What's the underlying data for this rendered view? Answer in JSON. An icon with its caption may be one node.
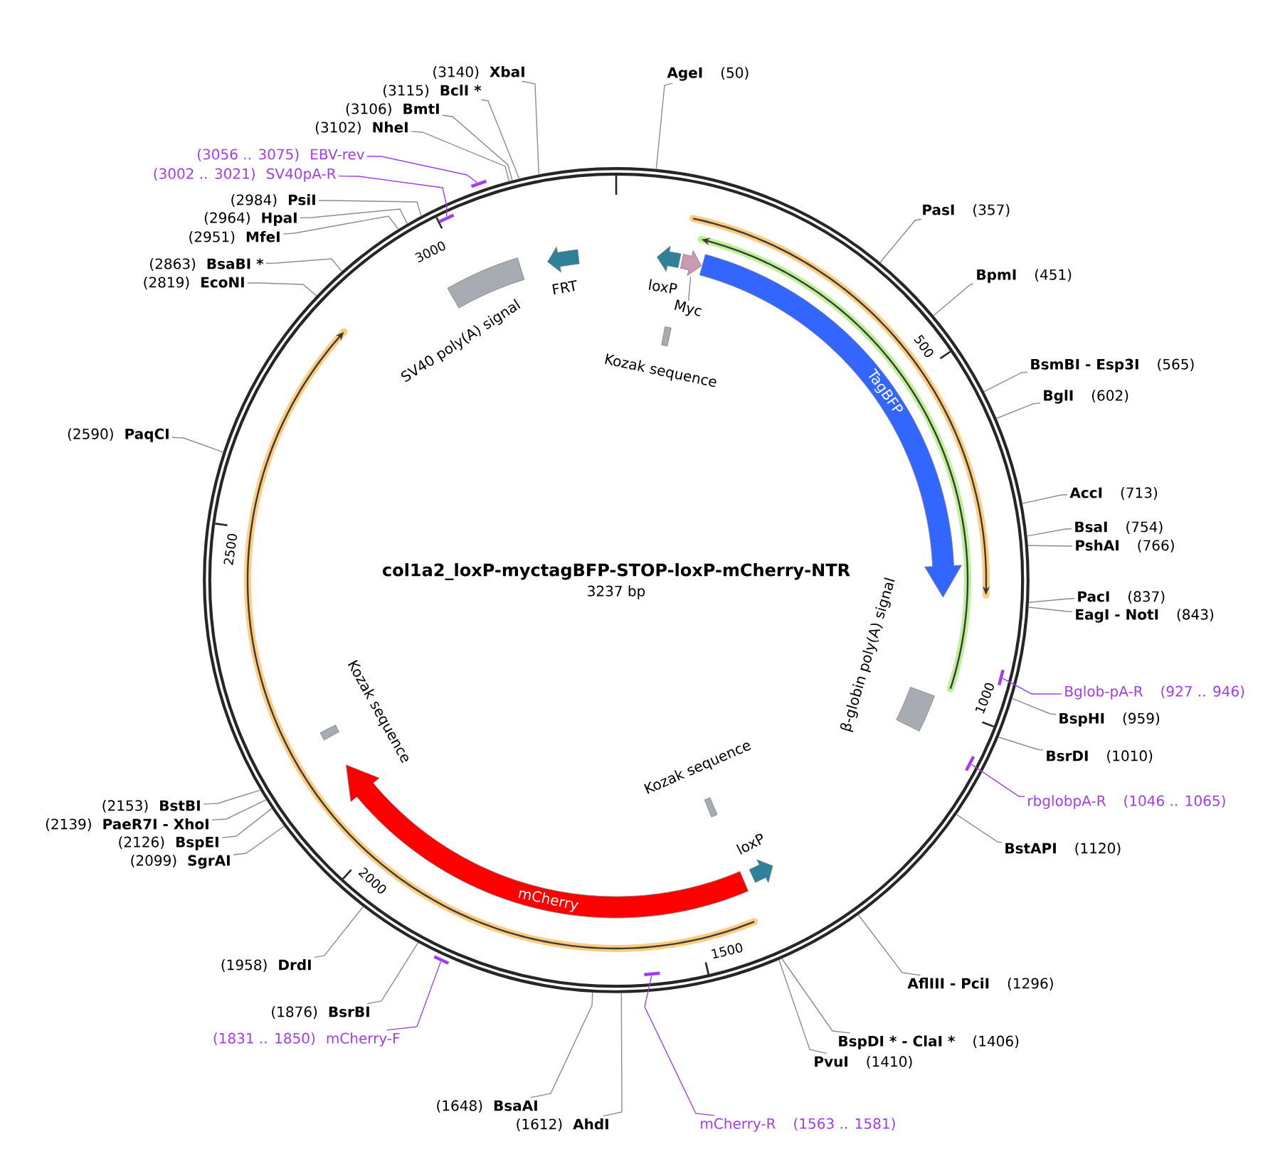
{
  "diagram": {
    "title": "col1a2_loxP-myctagBFP-STOP-loxP-mCherry-NTR",
    "nodes": [
      {
        "text": [
          "(3140)",
          "XbaI"
        ]
      },
      {
        "text": [
          "AgeI",
          "(50)"
        ]
      },
      {
        "text": [
          "(3115)",
          "BclI *"
        ]
      },
      {
        "text": [
          "(3106)",
          "BmtI"
        ]
      },
      {
        "text": [
          "(3102)",
          "NheI"
        ]
      },
      {
        "text": [
          "(3056 .. 3075)",
          "EBV-rev"
        ]
      },
      {
        "text": [],
        "shape": "bar"
      },
      {
        "text": [
          "(3002 .. 3021)",
          "SV40pA-R"
        ]
      },
      {
        "text": [],
        "shape": "bar"
      },
      {
        "text": [
          "(2984)",
          "PsiI"
        ]
      },
      {
        "text": [
          "PasI",
          "(357)"
        ]
      },
      {
        "text": [
          "(2964)",
          "HpaI"
        ]
      },
      {
        "text": [
          "(2951)",
          "MfeI"
        ]
      },
      {
        "text": [
          "(2863)",
          "BsaBI *"
        ]
      },
      {
        "text": [
          "BpmI",
          "(451)"
        ]
      },
      {
        "text": [
          "(2819)",
          "EcoNI"
        ]
      },
      {
        "text": [
          "FRT"
        ]
      },
      {
        "text": [
          "loxP"
        ]
      },
      {
        "text": [],
        "shape": "pentagon"
      },
      {
        "text": [
          "Myc"
        ]
      },
      {
        "text": [
          "SV40 poly(A) signal"
        ]
      },
      {
        "text": [
          "Kozak sequence"
        ]
      },
      {
        "text": [
          "TagBFP"
        ]
      },
      {
        "text": [
          "BsmBI - Esp3I",
          "(565)"
        ]
      },
      {
        "text": [
          "BglI",
          "(602)"
        ]
      },
      {
        "text": [
          "(2590)",
          "PaqCI"
        ]
      },
      {
        "text": [
          "AccI",
          "(713)"
        ]
      },
      {
        "text": [
          "BsaI",
          "(754)"
        ]
      },
      {
        "text": [
          "PshAI",
          "(766)"
        ]
      },
      {
        "text": [
          "PacI",
          "(837)"
        ]
      },
      {
        "text": [
          "EagI - NotI",
          "(843)"
        ]
      },
      {
        "text": [],
        "shape": "bar"
      },
      {
        "text": [
          "Bglob-pA-R",
          "(927 .. 946)"
        ]
      },
      {
        "text": [
          "β-globin poly(A) signal"
        ]
      },
      {
        "text": [
          "BspHI",
          "(959)"
        ]
      },
      {
        "text": [
          "Kozak sequence"
        ]
      },
      {
        "text": [
          "BsrDI",
          "(1010)"
        ]
      },
      {
        "text": [],
        "shape": "bar"
      },
      {
        "text": [
          "rbglobpA-R",
          "(1046 .. 1065)"
        ]
      },
      {
        "text": [
          "Kozak sequence"
        ]
      },
      {
        "text": [
          "(2153)",
          "BstBI"
        ]
      },
      {
        "text": [
          "(2139)",
          "PaeR7I - XhoI"
        ]
      },
      {
        "text": [
          "(2126)",
          "BspEI"
        ]
      },
      {
        "text": [
          "BstAPI",
          "(1120)"
        ]
      },
      {
        "text": [
          "(2099)",
          "SgrAI"
        ]
      },
      {
        "text": [
          "loxP"
        ]
      },
      {
        "text": [
          "mCherry"
        ]
      },
      {
        "text": [
          "(1958)",
          "DrdI"
        ]
      },
      {
        "text": [
          "AflIII - PciI",
          "(1296)"
        ]
      },
      {
        "text": [
          "(1876)",
          "BsrBI"
        ]
      },
      {
        "text": [],
        "shape": "bar"
      },
      {
        "text": [
          "(1831 .. 1850)",
          "mCherry-F"
        ]
      },
      {
        "text": [],
        "shape": "bar"
      },
      {
        "text": [
          "BspDI * - ClaI *",
          "(1406)"
        ]
      },
      {
        "text": [
          "PvuI",
          "(1410)"
        ]
      },
      {
        "text": [
          "(1648)",
          "BsaAI"
        ]
      },
      {
        "text": [
          "mCherry-R",
          "(1563 .. 1581)"
        ]
      },
      {
        "text": [
          "(1612)",
          "AhdI"
        ]
      }
    ],
    "edges": [
      {
        "from": 0,
        "to": null,
        "arrow": "none"
      },
      {
        "from": 1,
        "to": null,
        "arrow": "none"
      },
      {
        "from": 2,
        "to": null,
        "arrow": "none"
      },
      {
        "from": 3,
        "to": null,
        "arrow": "none"
      },
      {
        "from": 4,
        "to": null,
        "arrow": "none"
      },
      {
        "from": 5,
        "to": 6,
        "arrow": "none",
        "color": "#a33cf0"
      },
      {
        "from": 7,
        "to": 8,
        "arrow": "none",
        "color": "#a33cf0"
      },
      {
        "from": 9,
        "to": null,
        "arrow": "none"
      },
      {
        "from": 10,
        "to": null,
        "arrow": "none"
      },
      {
        "from": 11,
        "to": null,
        "arrow": "none"
      },
      {
        "from": 12,
        "to": null,
        "arrow": "none"
      },
      {
        "from": 13,
        "to": null,
        "arrow": "none"
      },
      {
        "from": 14,
        "to": null,
        "arrow": "none"
      },
      {
        "from": 15,
        "to": null,
        "arrow": "none"
      },
      {
        "from": 19,
        "to": 18,
        "arrow": "none"
      },
      {
        "from": 23,
        "to": null,
        "arrow": "none"
      },
      {
        "from": 24,
        "to": null,
        "arrow": "none"
      },
      {
        "from": 25,
        "to": null,
        "arrow": "none"
      },
      {
        "from": 26,
        "to": null,
        "arrow": "none"
      },
      {
        "from": 27,
        "to": null,
        "arrow": "none"
      },
      {
        "from": 28,
        "to": null,
        "arrow": "none"
      },
      {
        "from": 29,
        "to": null,
        "arrow": "none"
      },
      {
        "from": 30,
        "to": null,
        "arrow": "none"
      },
      {
        "from": 32,
        "to": 31,
        "arrow": "none",
        "color": "#a33cf0"
      },
      {
        "from": 34,
        "to": null,
        "arrow": "none"
      },
      {
        "from": 36,
        "to": null,
        "arrow": "none"
      },
      {
        "from": 38,
        "to": 37,
        "arrow": "none",
        "color": "#a33cf0"
      },
      {
        "from": 40,
        "to": null,
        "arrow": "none"
      },
      {
        "from": 41,
        "to": null,
        "arrow": "none"
      },
      {
        "from": 42,
        "to": null,
        "arrow": "none"
      },
      {
        "from": 43,
        "to": null,
        "arrow": "none"
      },
      {
        "from": 44,
        "to": null,
        "arrow": "none"
      },
      {
        "from": 47,
        "to": null,
        "arrow": "none"
      },
      {
        "from": 48,
        "to": null,
        "arrow": "none"
      },
      {
        "from": 49,
        "to": null,
        "arrow": "none"
      },
      {
        "from": 51,
        "to": 50,
        "arrow": "none",
        "color": "#a33cf0"
      },
      {
        "from": 53,
        "to": null,
        "arrow": "none"
      },
      {
        "from": 54,
        "to": null,
        "arrow": "none"
      },
      {
        "from": 55,
        "to": null,
        "arrow": "none"
      },
      {
        "from": 56,
        "to": 52,
        "arrow": "none",
        "color": "#a33cf0"
      },
      {
        "from": 57,
        "to": null,
        "arrow": "none"
      }
    ],
    "labels": [
      "3000",
      "500",
      "2500",
      "3237 bp",
      "1000",
      "2000",
      "1500"
    ]
  }
}
